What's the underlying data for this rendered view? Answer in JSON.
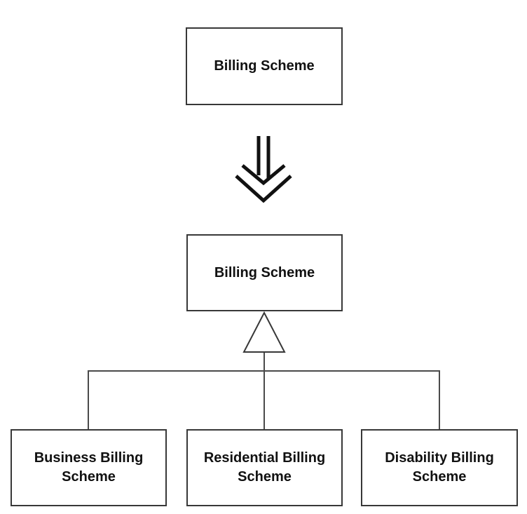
{
  "diagram": {
    "type": "uml-class-refactoring",
    "before_box": {
      "label": "Billing Scheme"
    },
    "transform_arrow": {
      "icon": "double-chevron-down-arrow",
      "color": "#111111"
    },
    "after_box": {
      "label": "Billing Scheme"
    },
    "inheritance": {
      "icon": "hollow-triangle-generalization",
      "line_color": "#4a4a4a",
      "triangle_border": "#383838",
      "triangle_fill": "#ffffff"
    },
    "subclass_boxes": [
      {
        "label": "Business Billing Scheme"
      },
      {
        "label": "Residential Billing Scheme"
      },
      {
        "label": "Disability Billing Scheme"
      }
    ],
    "colors": {
      "background": "#ffffff",
      "box_border": "#383838",
      "text": "#111111"
    }
  }
}
